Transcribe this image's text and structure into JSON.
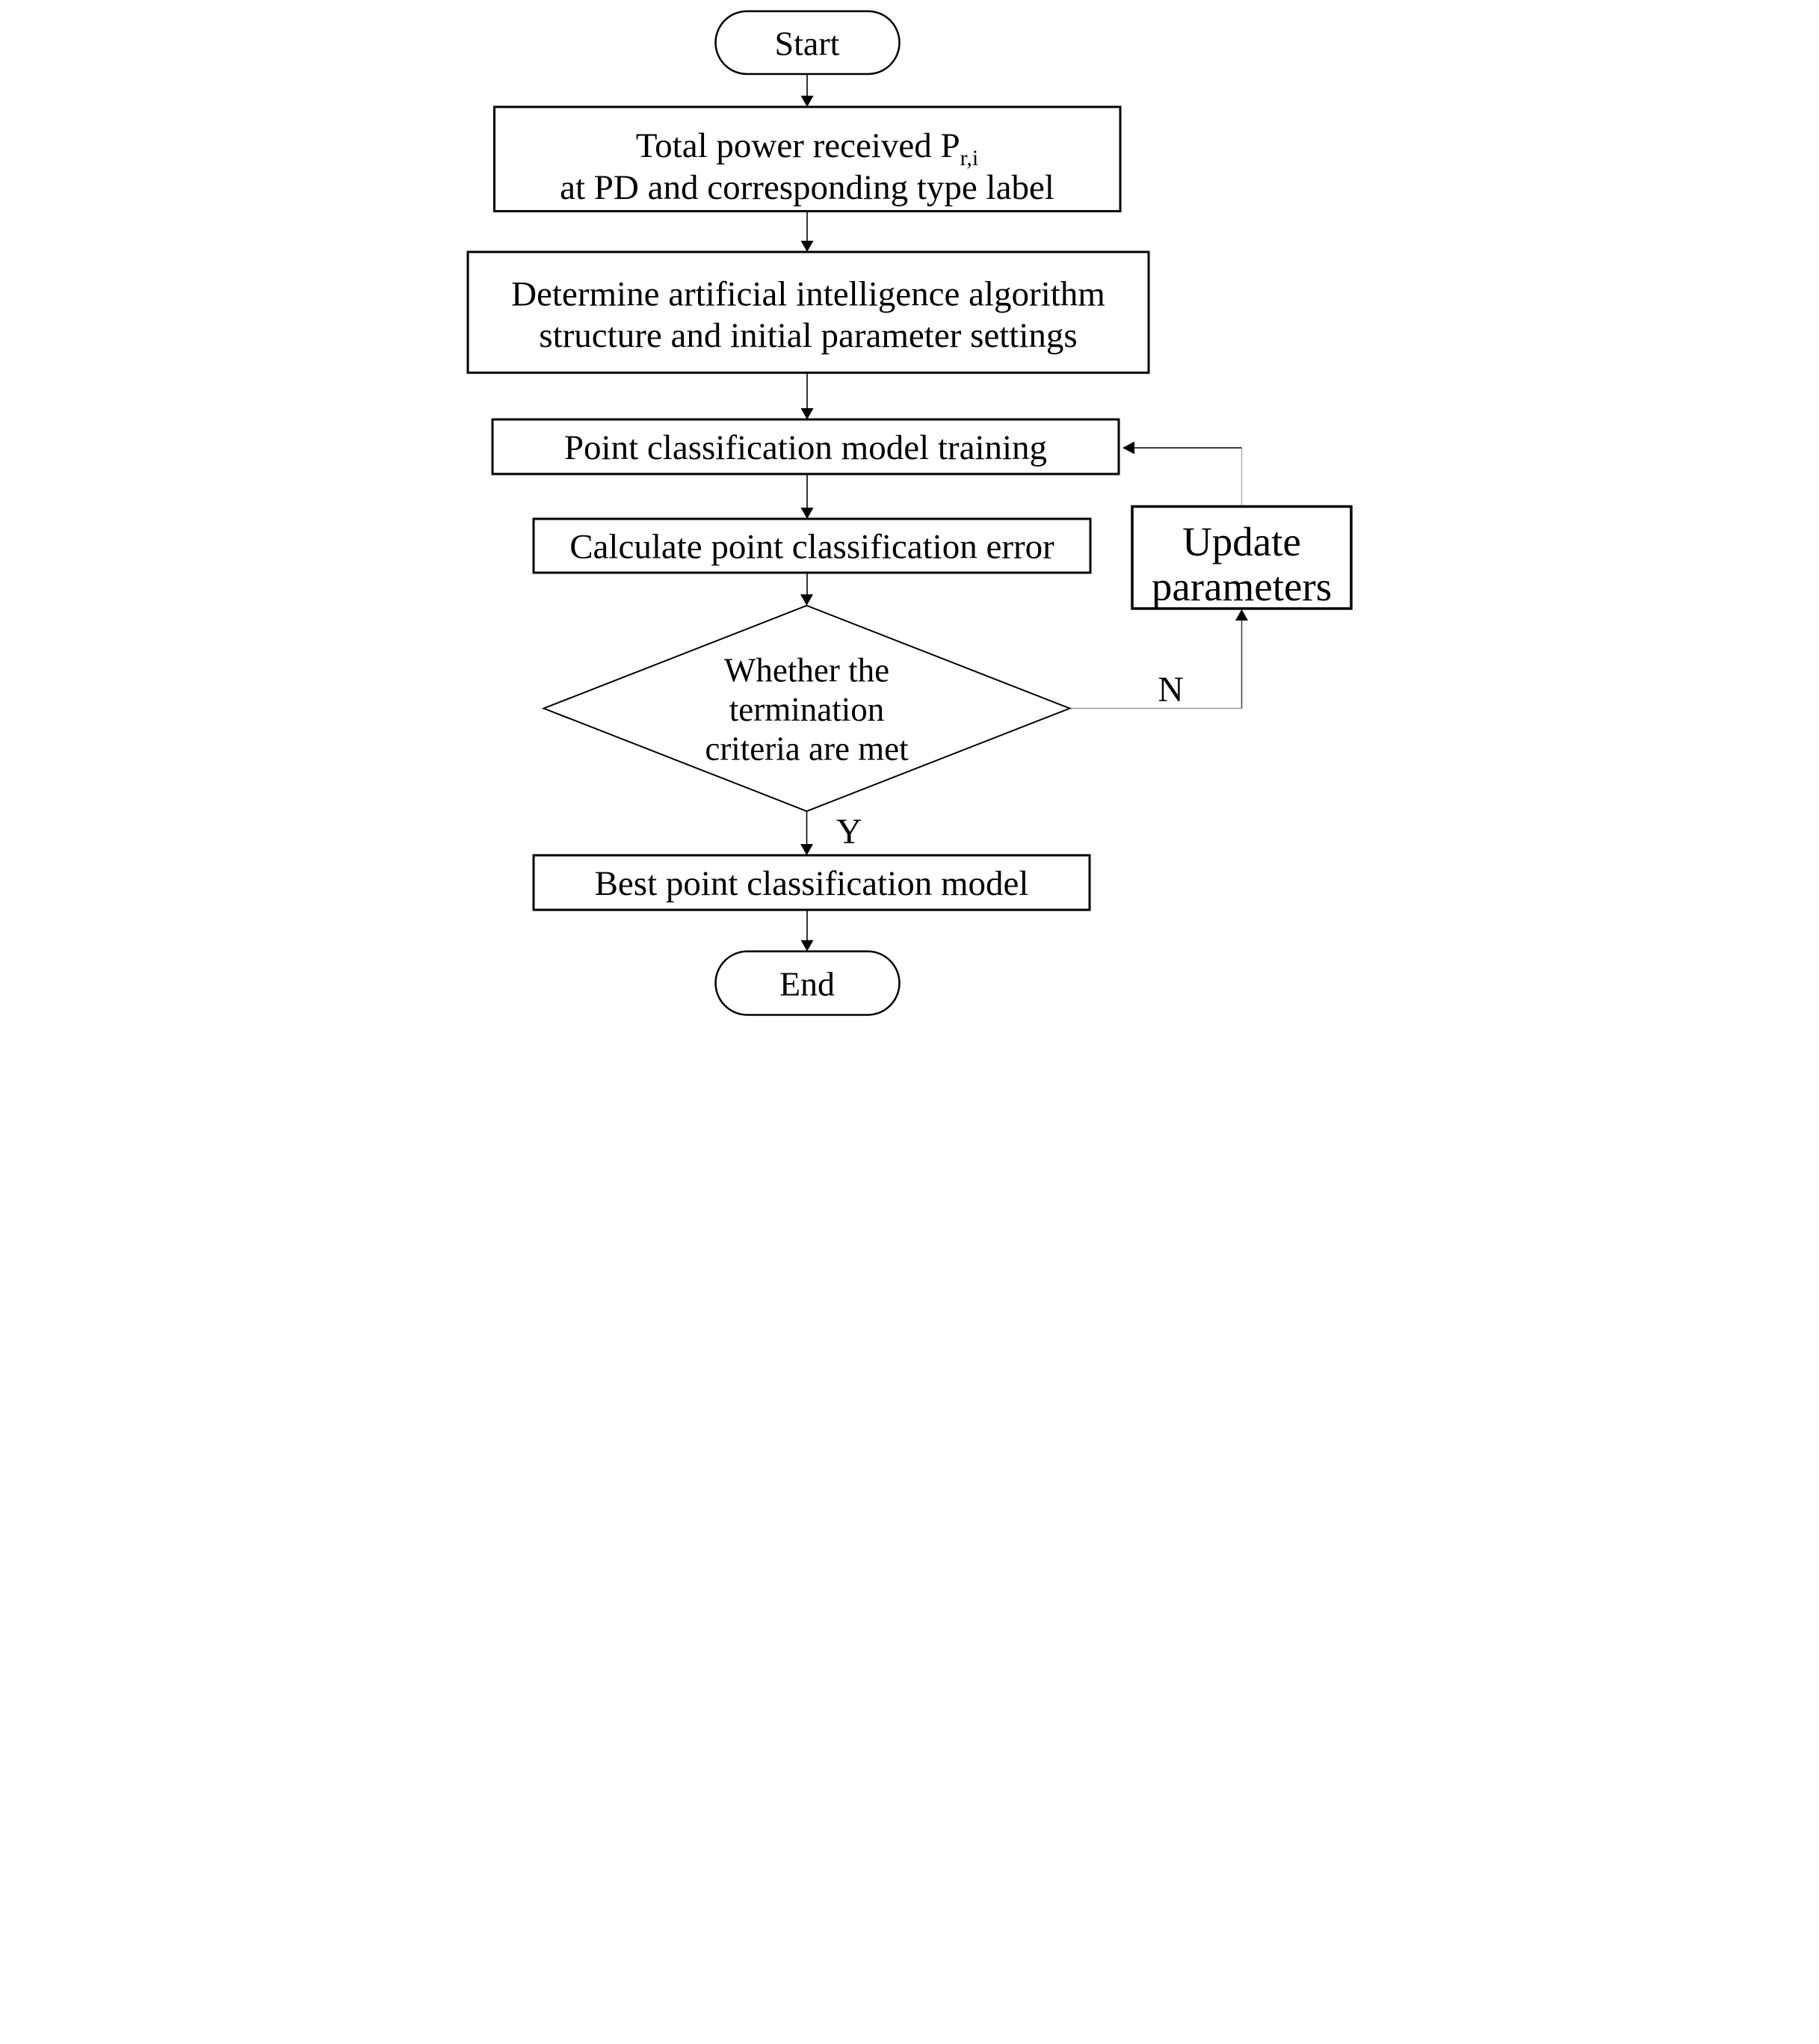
{
  "figure": {
    "type": "flowchart",
    "background_color": "#ffffff",
    "line_color": "#000000",
    "feedback_gray_color": "#9a9a9a",
    "nodes": {
      "start": {
        "shape": "terminator",
        "label": "Start"
      },
      "total_power": {
        "shape": "process",
        "line1": "Total power received P",
        "line1_subscript": "r,i",
        "line2": "at PD and corresponding type label"
      },
      "determine": {
        "shape": "process",
        "line1": "Determine artificial intelligence algorithm",
        "line2": "structure and initial parameter settings"
      },
      "training": {
        "shape": "process",
        "label": "Point classification model training"
      },
      "calc_error": {
        "shape": "process",
        "label": "Calculate point classification error"
      },
      "termination": {
        "shape": "decision",
        "line1": "Whether the",
        "line2": "termination",
        "line3": "criteria are met"
      },
      "update": {
        "shape": "process",
        "line1": "Update",
        "line2": "parameters"
      },
      "best_model": {
        "shape": "process",
        "label": "Best point classification model"
      },
      "end": {
        "shape": "terminator",
        "label": "End"
      }
    },
    "branch_labels": {
      "yes": "Y",
      "no": "N"
    }
  }
}
